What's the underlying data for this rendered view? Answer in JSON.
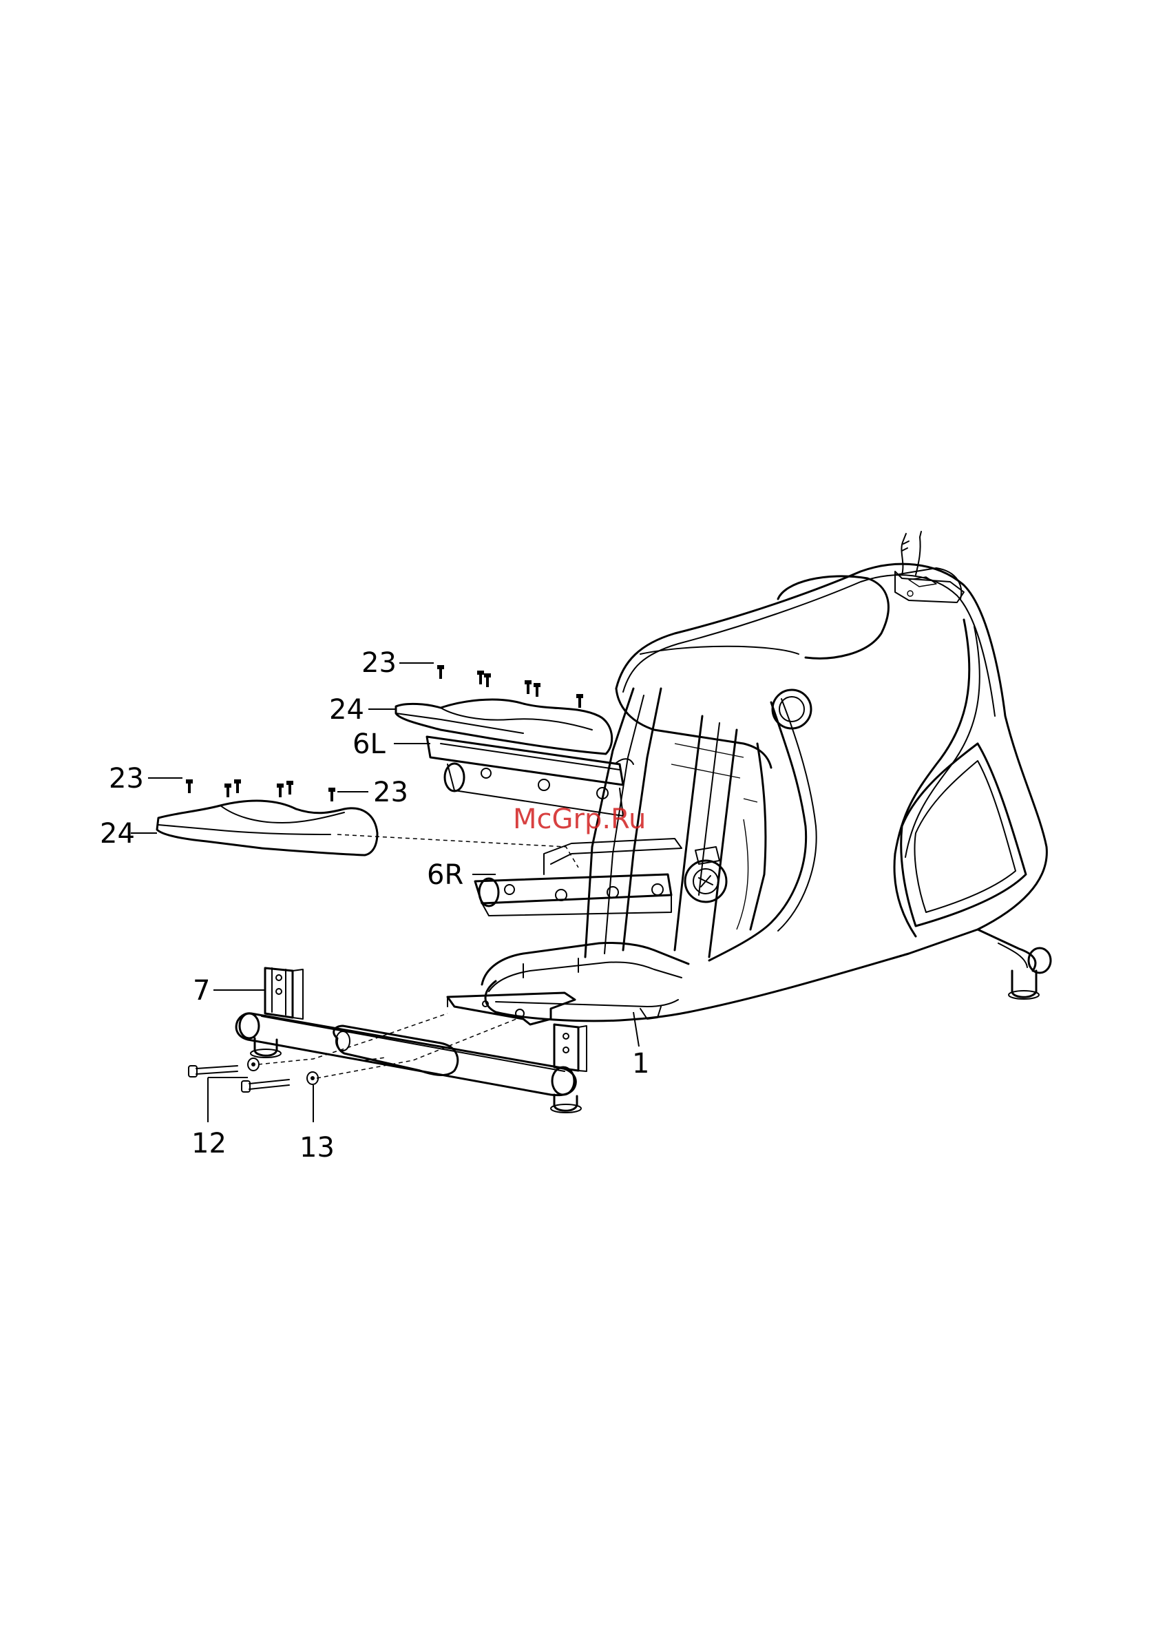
{
  "watermark": "McGrp.Ru",
  "labels": {
    "screw_top_left": "23",
    "screw_mid_left": "23",
    "screw_mid_right": "23",
    "cover_upper": "24",
    "cover_lower": "24",
    "pedal_arm_left": "6L",
    "pedal_arm_right": "6R",
    "front_stabilizer": "7",
    "main_frame": "1",
    "bolt": "12",
    "washer": "13"
  }
}
